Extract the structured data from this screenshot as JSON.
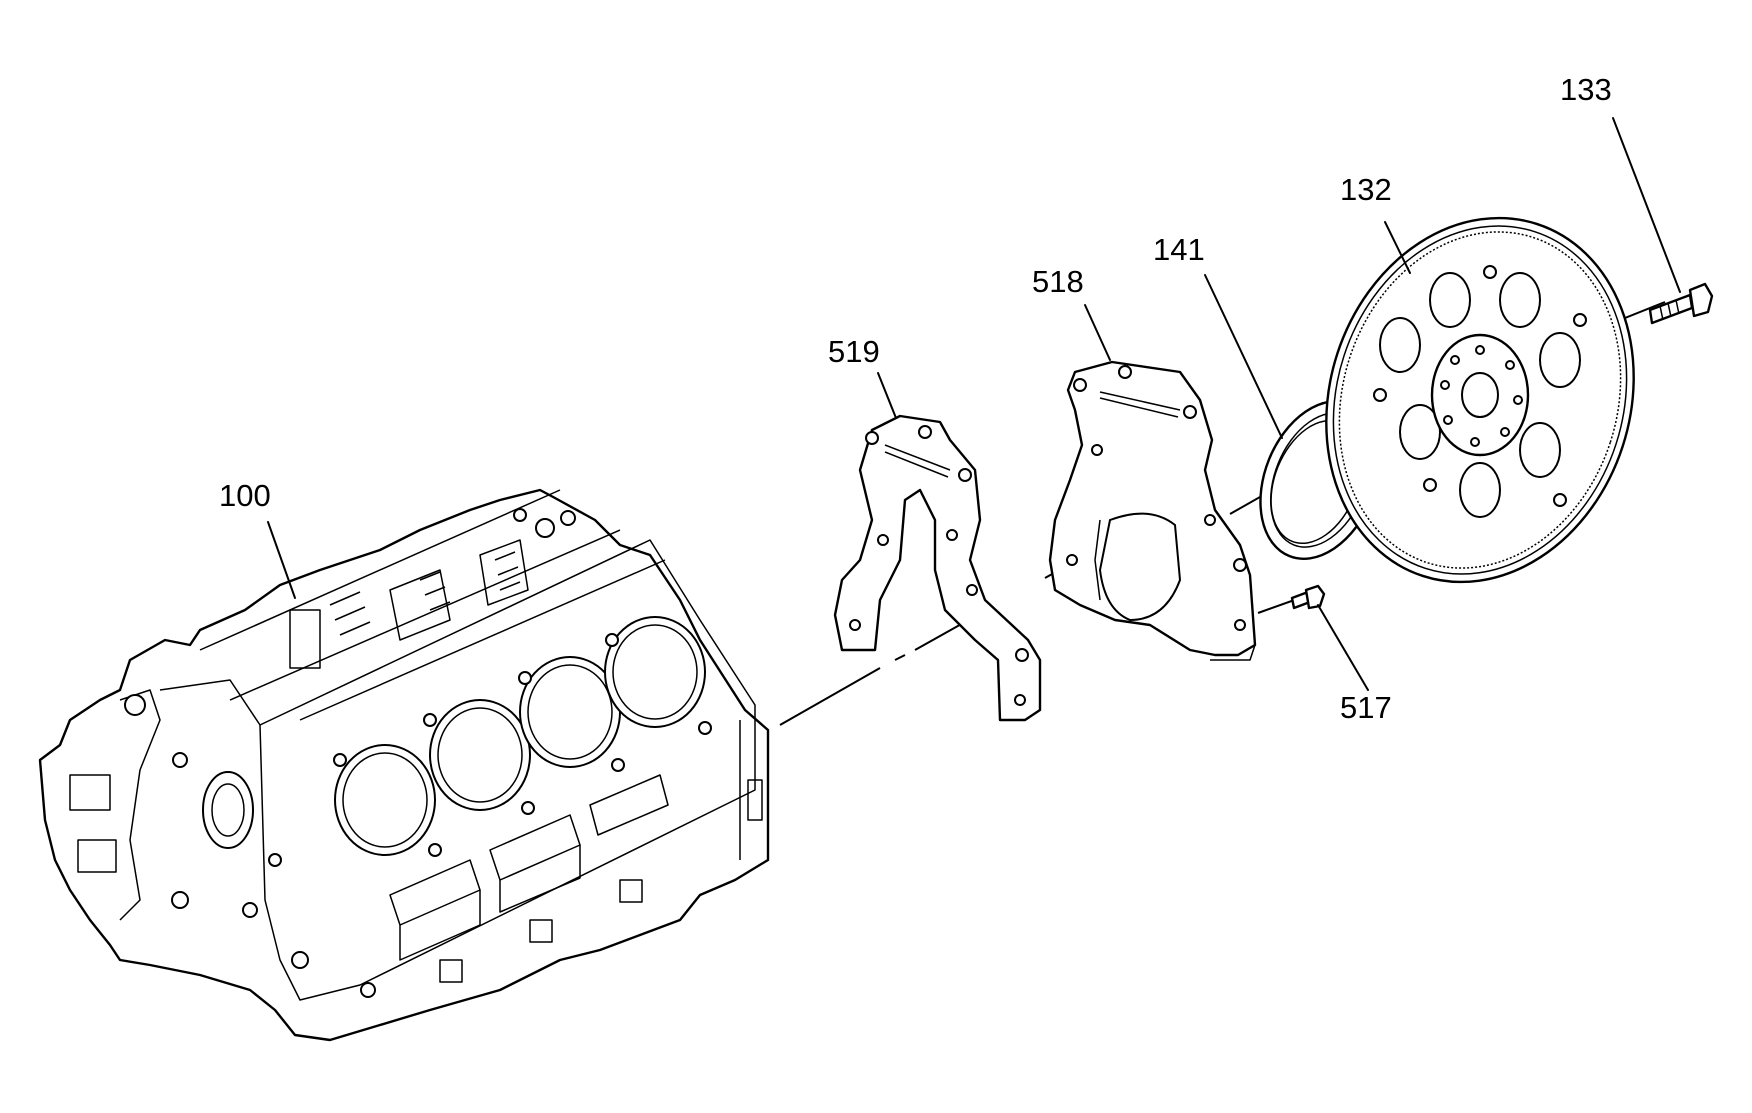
{
  "callouts": {
    "c100": "100",
    "c519": "519",
    "c518": "518",
    "c141": "141",
    "c132": "132",
    "c133": "133",
    "c517": "517"
  },
  "colors": {
    "ink": "#000000",
    "paper": "#ffffff"
  }
}
